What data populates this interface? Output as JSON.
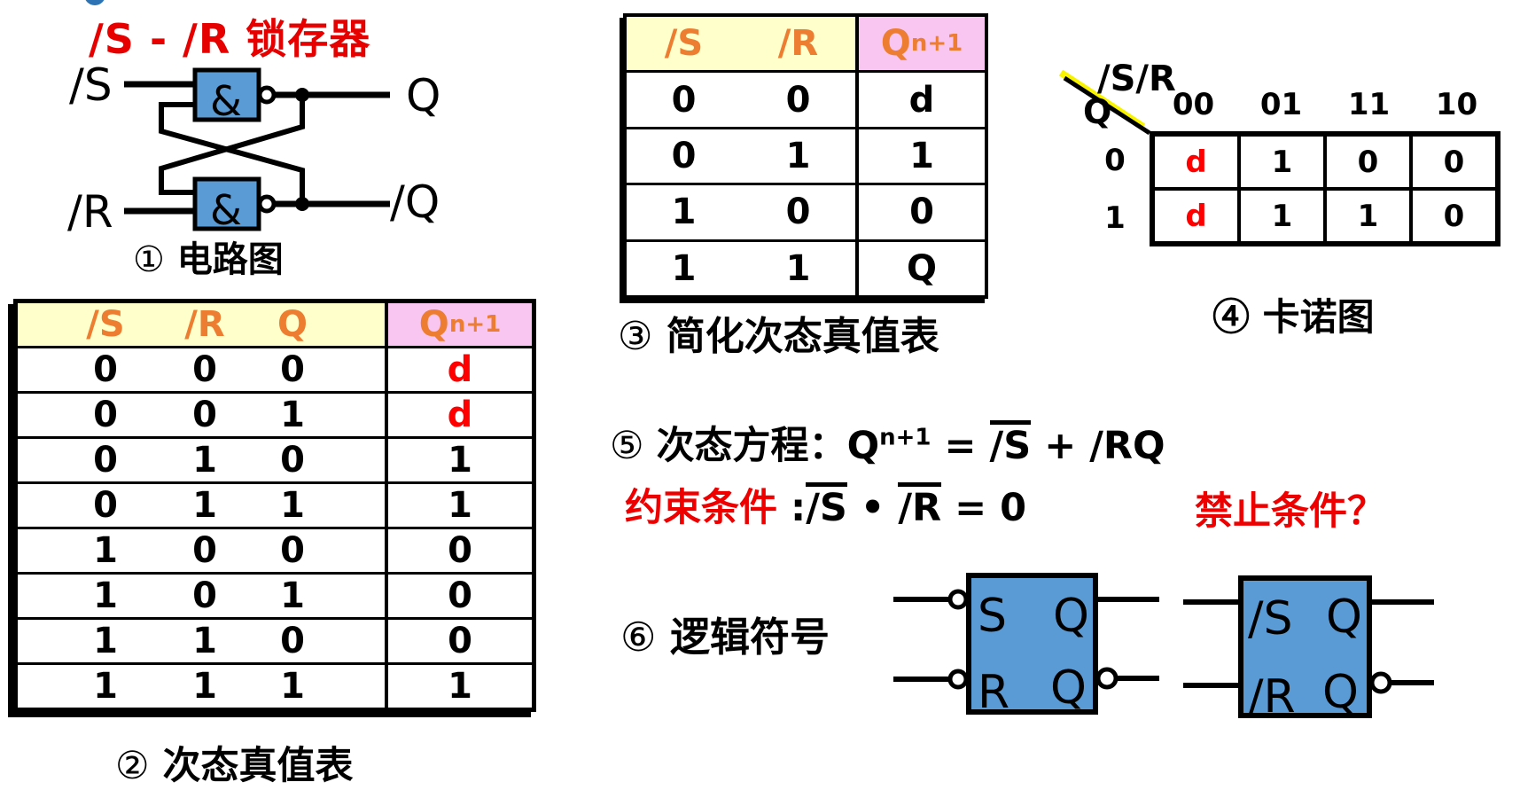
{
  "title": "/S - /R 锁存器",
  "colors": {
    "title_red": "#E60000",
    "value_red": "#FF0000",
    "header_orange": "#ED7D31",
    "header_yellow": "#FFFFCC",
    "header_pink": "#F9C6F2",
    "gate_blue": "#5B9BD5",
    "highlight_yellow": "#F8F400"
  },
  "circuit": {
    "caption_num": "①",
    "caption": "电路图",
    "gate_symbol": "&",
    "labels": {
      "s": "/S",
      "r": "/R",
      "q": "Q",
      "qb": "/Q"
    }
  },
  "truth_table": {
    "caption_num": "②",
    "caption": "次态真值表",
    "headers": [
      "/S",
      "/R",
      "Q"
    ],
    "out_header": {
      "base": "Q",
      "sup": "n+1"
    },
    "rows": [
      {
        "cells": [
          "0",
          "0",
          "0"
        ],
        "out": "d",
        "cls": "red"
      },
      {
        "cells": [
          "0",
          "0",
          "1"
        ],
        "out": "d",
        "cls": "red"
      },
      {
        "cells": [
          "0",
          "1",
          "0"
        ],
        "out": "1",
        "cls": ""
      },
      {
        "cells": [
          "0",
          "1",
          "1"
        ],
        "out": "1",
        "cls": ""
      },
      {
        "cells": [
          "1",
          "0",
          "0"
        ],
        "out": "0",
        "cls": ""
      },
      {
        "cells": [
          "1",
          "0",
          "1"
        ],
        "out": "0",
        "cls": ""
      },
      {
        "cells": [
          "1",
          "1",
          "0"
        ],
        "out": "0",
        "cls": ""
      },
      {
        "cells": [
          "1",
          "1",
          "1"
        ],
        "out": "1",
        "cls": ""
      }
    ]
  },
  "simplified_table": {
    "caption_num": "③",
    "caption": "简化次态真值表",
    "headers": [
      "/S",
      "/R"
    ],
    "out_header": {
      "base": "Q",
      "sup": "n+1"
    },
    "rows": [
      {
        "cells": [
          "0",
          "0"
        ],
        "out": "d"
      },
      {
        "cells": [
          "0",
          "1"
        ],
        "out": "1"
      },
      {
        "cells": [
          "1",
          "0"
        ],
        "out": "0"
      },
      {
        "cells": [
          "1",
          "1"
        ],
        "out": "Q"
      }
    ]
  },
  "kmap": {
    "caption_num": "④",
    "caption": "卡诺图",
    "axis_top": "/S/R",
    "axis_left": "Q",
    "col_headers": [
      "00",
      "01",
      "11",
      "10"
    ],
    "row_headers": [
      "0",
      "1"
    ],
    "cells": [
      [
        {
          "v": "d",
          "cls": "red"
        },
        {
          "v": "1",
          "cls": ""
        },
        {
          "v": "0",
          "cls": ""
        },
        {
          "v": "0",
          "cls": ""
        }
      ],
      [
        {
          "v": "d",
          "cls": "red"
        },
        {
          "v": "1",
          "cls": ""
        },
        {
          "v": "1",
          "cls": ""
        },
        {
          "v": "0",
          "cls": ""
        }
      ]
    ]
  },
  "equation": {
    "num": "⑤",
    "label": "次态方程：",
    "lhs_base": "Q",
    "lhs_sup": "n+1",
    "eq": "=",
    "term1": "/S",
    "plus": "+",
    "term2": "/RQ",
    "constraint_label": "约束条件",
    "colon": ":",
    "c_term1": "/S",
    "dot": "•",
    "c_term2": "/R",
    "c_rhs": "= 0",
    "forbidden": "禁止条件？"
  },
  "logic_symbols": {
    "caption_num": "⑥",
    "caption": "逻辑符号",
    "sym1": {
      "in1": "S",
      "in2": "R",
      "out1": "Q",
      "out2": "Q"
    },
    "sym2": {
      "in1": "/S",
      "in2": "/R",
      "out1": "Q",
      "out2": "Q"
    }
  }
}
